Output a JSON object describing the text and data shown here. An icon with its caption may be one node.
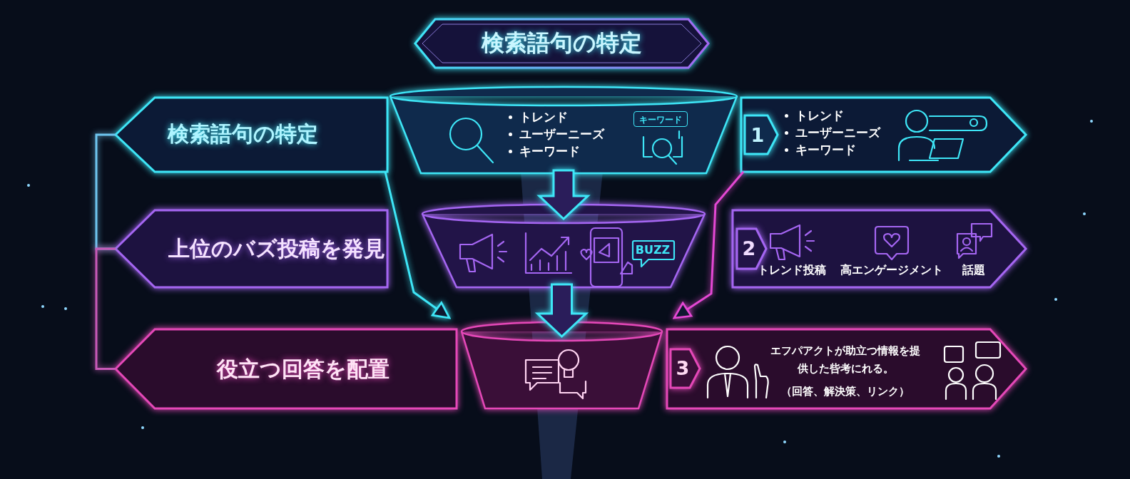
{
  "diagram": {
    "nodes": [
      {
        "text": [
          "検索語句の特定"
        ]
      },
      {
        "text": [
          "検索語句の特定"
        ]
      },
      {
        "text": [
          "トレンド",
          "ユーザーニーズ",
          "キーワード"
        ]
      },
      {
        "text": [
          "1"
        ],
        "in": 4
      },
      {
        "text": [
          "トレンド",
          "ユーザーニーズ",
          "キーワード"
        ]
      },
      {
        "text": [
          "上位のバズ投稿を発見"
        ]
      },
      {
        "text": [],
        "shape": "box"
      },
      {
        "text": [
          "2"
        ],
        "in": 8
      },
      {
        "text": [
          "トレンド投稿",
          "高エンゲージメント",
          "話題"
        ]
      },
      {
        "text": [
          "役立つ回答を配置"
        ]
      },
      {
        "text": [],
        "shape": "box"
      },
      {
        "text": [
          "3"
        ],
        "in": 12
      },
      {
        "text": [
          "エフパアクトが助立つ情報を提供した呰考にれる。",
          "（回答、解決策、リンク）"
        ]
      }
    ],
    "edges": [
      {
        "from": 2,
        "to": 6,
        "arrow": "to"
      },
      {
        "from": 6,
        "to": 10,
        "arrow": "to"
      },
      {
        "from": 1,
        "to": 10,
        "arrow": "to",
        "color": "#3ee6f7"
      },
      {
        "from": 4,
        "to": 10,
        "arrow": "to",
        "color": "#e548d4"
      },
      {
        "from": 1,
        "to": 5,
        "arrow": "none",
        "color": "#6ec6f0"
      },
      {
        "from": 5,
        "to": 9,
        "arrow": "none",
        "color": "#c85ab8"
      }
    ],
    "labels": [
      "キーワード",
      "BUZZ"
    ]
  }
}
